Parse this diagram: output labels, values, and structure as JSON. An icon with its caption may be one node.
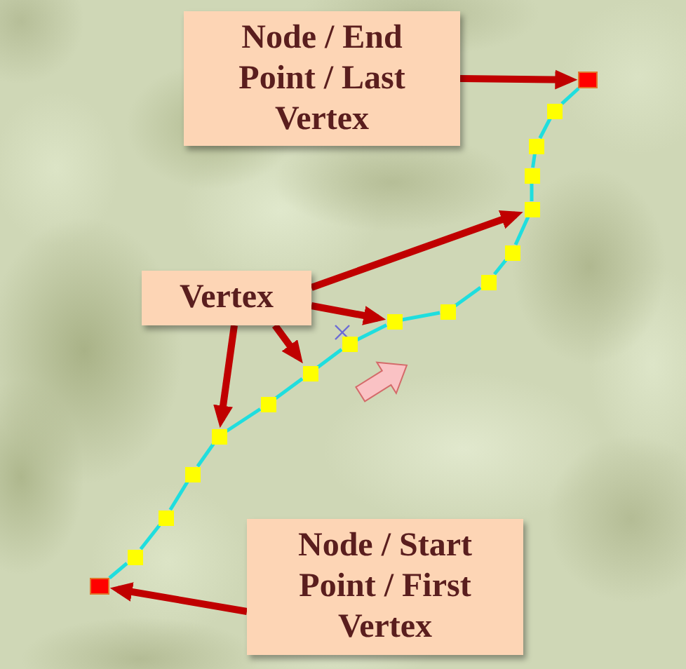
{
  "diagram": {
    "nodes": [
      {
        "text": [
          "Node / End Point / Last Vertex"
        ]
      },
      {
        "text": [
          "Vertex"
        ]
      },
      {
        "text": [
          "Node / Start Point / First Vertex"
        ]
      },
      {
        "text": [],
        "shape": "box"
      },
      {
        "text": [],
        "shape": "box"
      },
      {
        "text": [],
        "shape": "box"
      },
      {
        "text": [],
        "shape": "box"
      },
      {
        "text": [],
        "shape": "box"
      },
      {
        "text": [],
        "shape": "box"
      },
      {
        "text": [],
        "shape": "box"
      },
      {
        "text": [],
        "shape": "box"
      },
      {
        "text": [],
        "shape": "box"
      },
      {
        "text": [],
        "shape": "box"
      },
      {
        "text": [],
        "shape": "box"
      },
      {
        "text": [],
        "shape": "box"
      },
      {
        "text": [],
        "shape": "box"
      },
      {
        "text": [],
        "shape": "box"
      },
      {
        "text": [],
        "shape": "box"
      },
      {
        "text": [],
        "shape": "box"
      },
      {
        "text": [],
        "shape": "box"
      }
    ],
    "edges": [
      {
        "from": 3,
        "to": 4,
        "arrow": "none"
      },
      {
        "from": 4,
        "to": 5,
        "arrow": "none"
      },
      {
        "from": 5,
        "to": 6,
        "arrow": "none"
      },
      {
        "from": 6,
        "to": 7,
        "arrow": "none"
      },
      {
        "from": 7,
        "to": 8,
        "arrow": "none"
      },
      {
        "from": 8,
        "to": 9,
        "arrow": "none"
      },
      {
        "from": 9,
        "to": 10,
        "arrow": "none"
      },
      {
        "from": 10,
        "to": 11,
        "arrow": "none"
      },
      {
        "from": 11,
        "to": 12,
        "arrow": "none"
      },
      {
        "from": 12,
        "to": 13,
        "arrow": "none"
      },
      {
        "from": 13,
        "to": 14,
        "arrow": "none"
      },
      {
        "from": 14,
        "to": 15,
        "arrow": "none"
      },
      {
        "from": 15,
        "to": 16,
        "arrow": "none"
      },
      {
        "from": 16,
        "to": 17,
        "arrow": "none"
      },
      {
        "from": 17,
        "to": 18,
        "arrow": "none"
      },
      {
        "from": 18,
        "to": 19,
        "arrow": "none"
      },
      {
        "from": 0,
        "to": 19,
        "arrow": "to",
        "style": "thick",
        "color": "#c00000"
      },
      {
        "from": 1,
        "to": 15,
        "arrow": "to",
        "style": "thick",
        "color": "#c00000"
      },
      {
        "from": 1,
        "to": 11,
        "arrow": "to",
        "style": "thick",
        "color": "#c00000"
      },
      {
        "from": 1,
        "to": 9,
        "arrow": "to",
        "style": "thick",
        "color": "#c00000"
      },
      {
        "from": 1,
        "to": 7,
        "arrow": "to",
        "style": "thick",
        "color": "#c00000"
      },
      {
        "from": 2,
        "to": 3,
        "arrow": "to",
        "style": "thick",
        "color": "#c00000"
      }
    ]
  }
}
